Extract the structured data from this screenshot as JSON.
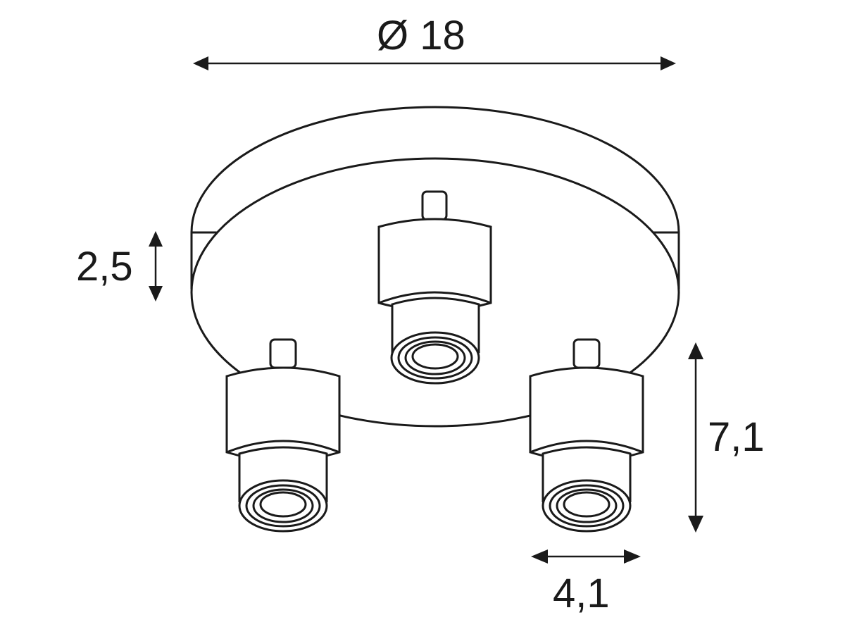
{
  "dimensions": {
    "diameter": "Ø 18",
    "base_height": "2,5",
    "total_height": "7,1",
    "spot_width": "4,1"
  },
  "colors": {
    "line": "#1a1a1a",
    "background": "#ffffff"
  }
}
